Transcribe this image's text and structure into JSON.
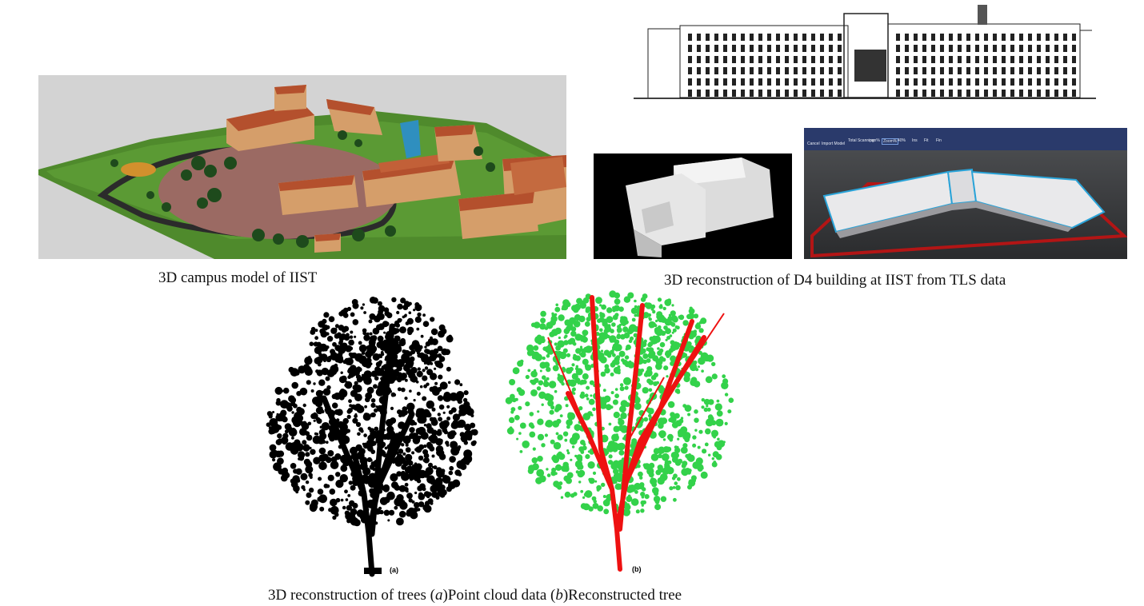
{
  "captions": {
    "campus": "3D campus model of IIST",
    "building": "3D reconstruction of D4 building at IIST from TLS data",
    "trees_prefix": "3D reconstruction of trees (",
    "trees_a": "a",
    "trees_mid": ")Point cloud data (",
    "trees_b": "b",
    "trees_suffix": ")Reconstructed tree"
  },
  "tree_labels": {
    "a": "(a)",
    "b": "(b)"
  },
  "software_toolbar": {
    "items": [
      "Cancel",
      "Import Model",
      "Total Scanning",
      "pan%",
      "Zoom%",
      "40%",
      "Ins",
      "Fit",
      "Fin"
    ]
  },
  "colors": {
    "roof": "#b4502d",
    "wall": "#d59e6a",
    "grass": "#4f8a2c",
    "plaza": "#9b6a63",
    "water": "#2f8fbf",
    "point_cloud": "#000000",
    "tree_leaves": "#33d24a",
    "tree_skeleton": "#ee1111",
    "app_bar": "#2a3a6b",
    "building_outline": "#2aa3d8"
  }
}
